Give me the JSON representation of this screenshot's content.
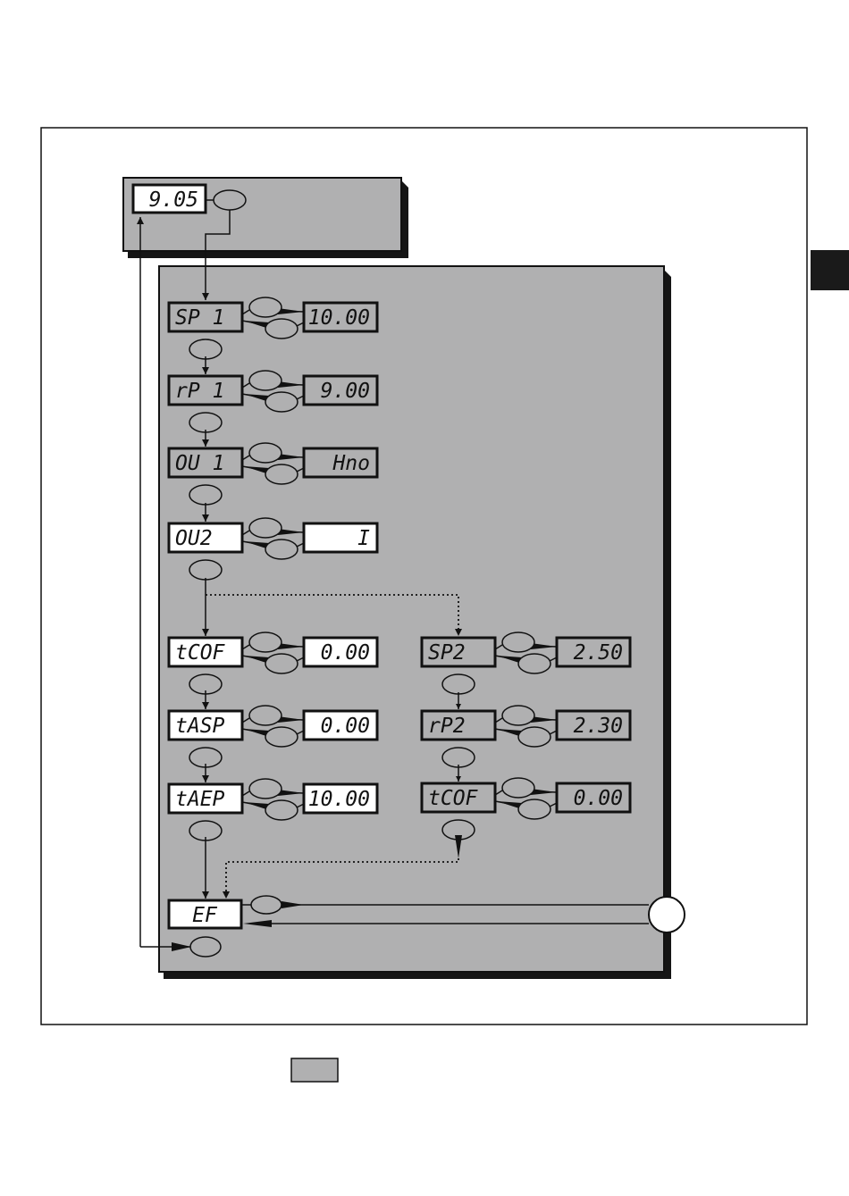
{
  "colors": {
    "panel": "#b0b0b1",
    "shadow": "#151515",
    "ink": "#111111",
    "tab": "#1a1a1a",
    "display_white": "#ffffff"
  },
  "icons": {
    "button": "oval-button-icon",
    "set_button": "round-set-button-icon",
    "marker": "black-side-tab"
  },
  "top_display": {
    "value": "9.05"
  },
  "left_column": [
    {
      "id": "sp1",
      "label": "SP 1",
      "value": "10.00",
      "label_white": false,
      "value_white": false
    },
    {
      "id": "rp1",
      "label": "rP 1",
      "value": "9.00",
      "label_white": false,
      "value_white": false
    },
    {
      "id": "ou1",
      "label": "OU 1",
      "value": "Hno",
      "label_white": false,
      "value_white": false
    },
    {
      "id": "ou2",
      "label": "OU2",
      "value": "I",
      "label_white": true,
      "value_white": true
    },
    {
      "id": "tcof",
      "label": "tCOF",
      "value": "0.00",
      "label_white": true,
      "value_white": true
    },
    {
      "id": "tasp",
      "label": "tASP",
      "value": "0.00",
      "label_white": true,
      "value_white": true
    },
    {
      "id": "taep",
      "label": "tAEP",
      "value": "10.00",
      "label_white": true,
      "value_white": true
    }
  ],
  "right_column": [
    {
      "id": "sp2",
      "label": "SP2",
      "value": "2.50",
      "label_white": false,
      "value_white": false
    },
    {
      "id": "rp2",
      "label": "rP2",
      "value": "2.30",
      "label_white": false,
      "value_white": false
    },
    {
      "id": "tcof2",
      "label": "tCOF",
      "value": "0.00",
      "label_white": false,
      "value_white": false
    }
  ],
  "ef_display": {
    "label": "EF"
  },
  "legend": {
    "swatch_color": "#b0b0b1"
  }
}
